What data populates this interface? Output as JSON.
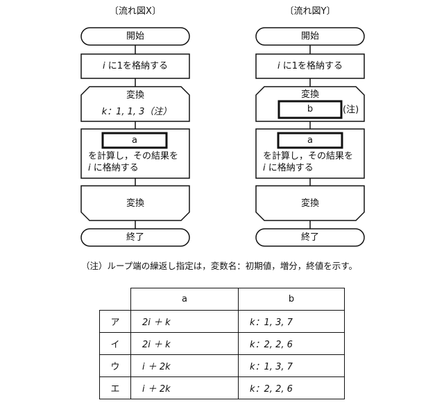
{
  "flow_x": {
    "title": "〔流れ図X〕",
    "start": "開始",
    "init_var": "i",
    "init_text": " に1を格納する",
    "loop_start_label": "変換",
    "loop_spec": "k：1, 1, 3（注）",
    "blank_a": "a",
    "calc_line1": "を計算し，その結果を",
    "calc_var": "i",
    "calc_line2": " に格納する",
    "loop_end_label": "変換",
    "end": "終了"
  },
  "flow_y": {
    "title": "〔流れ図Y〕",
    "start": "開始",
    "init_var": "i",
    "init_text": " に1を格納する",
    "loop_start_label": "変換",
    "blank_b": "b",
    "note_mark": "(注)",
    "blank_a": "a",
    "calc_line1": "を計算し，その結果を",
    "calc_var": "i",
    "calc_line2": " に格納する",
    "loop_end_label": "変換",
    "end": "終了"
  },
  "note": "（注）ループ端の繰返し指定は，変数名：初期値，増分，終値を示す。",
  "table": {
    "headers": [
      "a",
      "b"
    ],
    "rows": [
      {
        "label": "ア",
        "a": "2i ＋ k",
        "b": "k：1, 3, 7"
      },
      {
        "label": "イ",
        "a": "2i ＋ k",
        "b": "k：2, 2, 6"
      },
      {
        "label": "ウ",
        "a": "i ＋ 2k",
        "b": "k：1, 3, 7"
      },
      {
        "label": "エ",
        "a": "i ＋ 2k",
        "b": "k：2, 2, 6"
      }
    ]
  }
}
